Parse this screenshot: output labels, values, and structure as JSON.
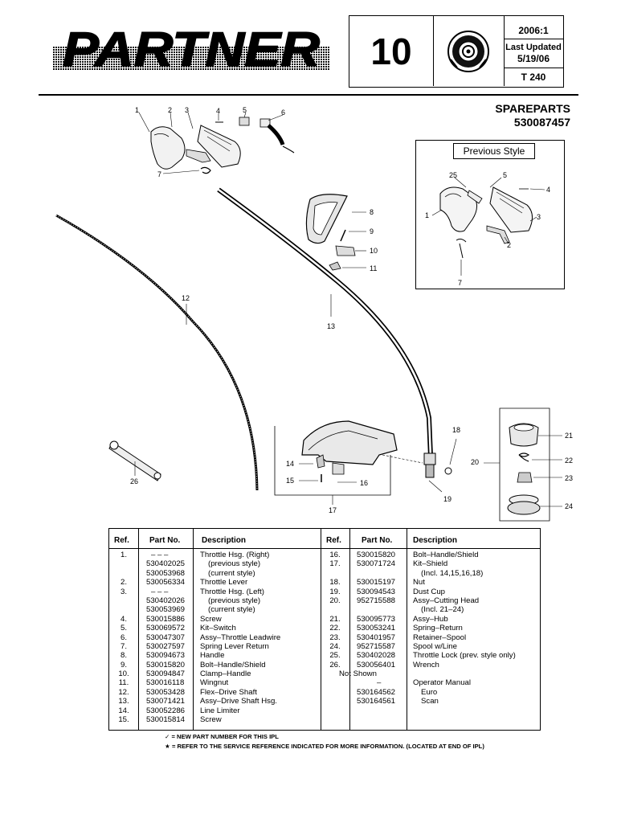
{
  "header": {
    "brand": "PARTNER",
    "page_number": "10",
    "year_rev": "2006:1",
    "last_updated_label": "Last Updated",
    "last_updated_date": "5/19/06",
    "model": "T 240"
  },
  "title": {
    "line1": "SPAREPARTS",
    "line2": "530087457"
  },
  "previous_style": {
    "label": "Previous Style",
    "callouts": [
      "25",
      "5",
      "4",
      "1",
      "3",
      "2",
      "7"
    ]
  },
  "callouts": [
    "1",
    "2",
    "3",
    "4",
    "5",
    "6",
    "7",
    "8",
    "9",
    "10",
    "11",
    "12",
    "13",
    "14",
    "15",
    "16",
    "17",
    "18",
    "19",
    "20",
    "21",
    "22",
    "23",
    "24",
    "26"
  ],
  "table": {
    "headers": {
      "ref": "Ref.",
      "part_no": "Part No.",
      "description": "Description"
    },
    "left_rows": [
      {
        "ref": "1.",
        "part": "– – –",
        "desc": "Throttle Hsg. (Right)"
      },
      {
        "ref": "",
        "part": "530402025",
        "desc": "(previous style)",
        "indent": true
      },
      {
        "ref": "",
        "part": "530053968",
        "desc": "(current style)",
        "indent": true
      },
      {
        "ref": "2.",
        "part": "530056334",
        "desc": "Throttle Lever"
      },
      {
        "ref": "3.",
        "part": "– – –",
        "desc": "Throttle Hsg. (Left)"
      },
      {
        "ref": "",
        "part": "530402026",
        "desc": "(previous style)",
        "indent": true
      },
      {
        "ref": "",
        "part": "530053969",
        "desc": "(current style)",
        "indent": true
      },
      {
        "ref": "4.",
        "part": "530015886",
        "desc": "Screw"
      },
      {
        "ref": "5.",
        "part": "530069572",
        "desc": "Kit–Switch"
      },
      {
        "ref": "6.",
        "part": "530047307",
        "desc": "Assy–Throttle  Leadwire"
      },
      {
        "ref": "7.",
        "part": "530027597",
        "desc": "Spring Lever Return"
      },
      {
        "ref": "8.",
        "part": "530094673",
        "desc": "Handle"
      },
      {
        "ref": "9.",
        "part": "530015820",
        "desc": "Bolt–Handle/Shield"
      },
      {
        "ref": "10.",
        "part": "530094847",
        "desc": "Clamp–Handle"
      },
      {
        "ref": "11.",
        "part": "530016118",
        "desc": "Wingnut"
      },
      {
        "ref": "12.",
        "part": "530053428",
        "desc": "Flex–Drive Shaft"
      },
      {
        "ref": "13.",
        "part": "530071421",
        "desc": "Assy–Drive Shaft Hsg."
      },
      {
        "ref": "14.",
        "part": "530052286",
        "desc": "Line Limiter"
      },
      {
        "ref": "15.",
        "part": "530015814",
        "desc": "Screw"
      }
    ],
    "right_rows": [
      {
        "ref": "16.",
        "part": "530015820",
        "desc": "Bolt–Handle/Shield"
      },
      {
        "ref": "17.",
        "part": "530071724",
        "desc": "Kit–Shield"
      },
      {
        "ref": "",
        "part": "",
        "desc": "(Incl. 14,15,16,18)",
        "indent": true
      },
      {
        "ref": "18.",
        "part": "530015197",
        "desc": "Nut"
      },
      {
        "ref": "19.",
        "part": "530094543",
        "desc": "Dust Cup"
      },
      {
        "ref": "20.",
        "part": "952715588",
        "desc": "Assy–Cutting Head"
      },
      {
        "ref": "",
        "part": "",
        "desc": "(Incl. 21–24)",
        "indent": true
      },
      {
        "ref": "21.",
        "part": "530095773",
        "desc": "Assy–Hub"
      },
      {
        "ref": "22.",
        "part": "530053241",
        "desc": "Spring–Return"
      },
      {
        "ref": "23.",
        "part": "530401957",
        "desc": "Retainer–Spool"
      },
      {
        "ref": "24.",
        "part": "952715587",
        "desc": "Spool w/Line"
      },
      {
        "ref": "25.",
        "part": "530402028",
        "desc": "Throttle Lock (prev. style only)"
      },
      {
        "ref": "26.",
        "part": "530056401",
        "desc": "Wrench"
      },
      {
        "ref": "",
        "part": "Not Shown",
        "desc": "",
        "notshown": true
      },
      {
        "ref": "",
        "part": "–",
        "desc": "Operator Manual",
        "center": true
      },
      {
        "ref": "",
        "part": "530164562",
        "desc": "Euro",
        "indent": true
      },
      {
        "ref": "",
        "part": "530164561",
        "desc": "Scan",
        "indent": true
      }
    ]
  },
  "footnotes": [
    {
      "symbol": "✓",
      "text": "= NEW PART NUMBER FOR THIS  IPL"
    },
    {
      "symbol": "★",
      "text": "= REFER TO THE SERVICE REFERENCE  INDICATED FOR MORE INFORMATION. (LOCATED AT END OF IPL)"
    }
  ]
}
